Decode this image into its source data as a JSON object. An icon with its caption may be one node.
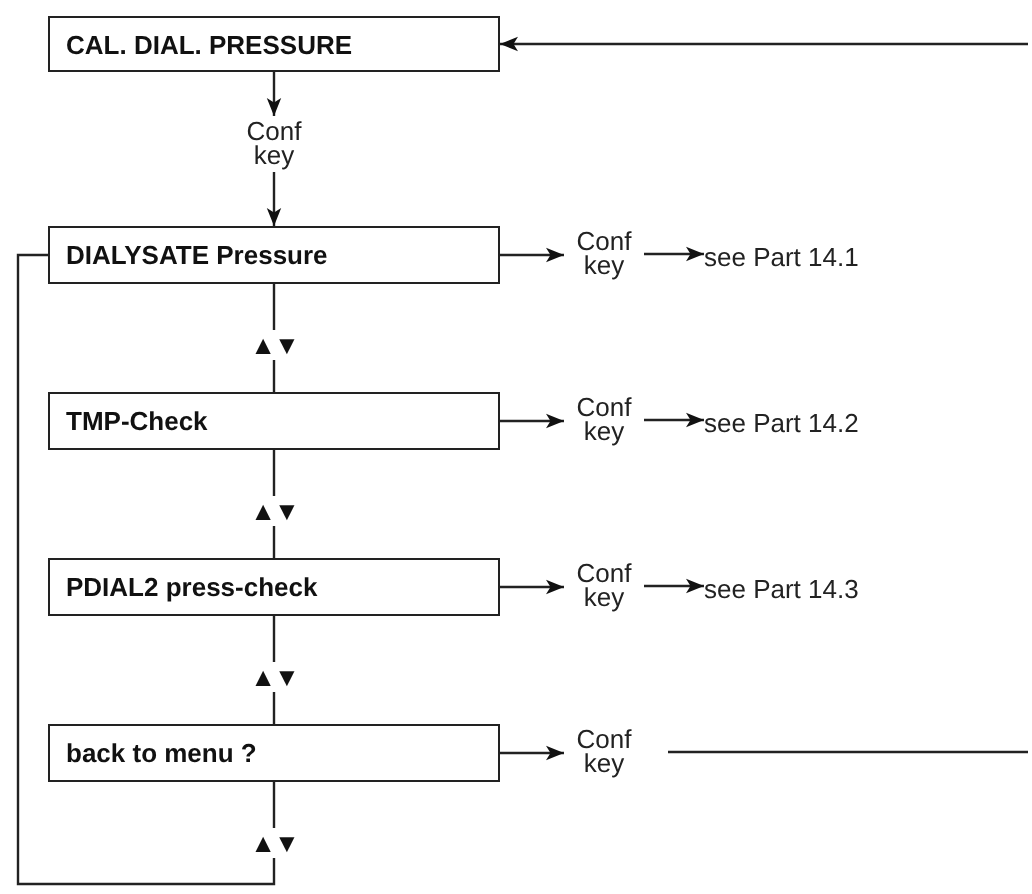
{
  "diagram": {
    "nodes": [
      {
        "text": [
          "CAL. DIAL. PRESSURE"
        ]
      },
      {
        "text": [
          "Conf key"
        ]
      },
      {
        "text": [
          "DIALYSATE Pressure"
        ]
      },
      {
        "text": [
          "Conf key"
        ]
      },
      {
        "text": [
          "see Part 14.1"
        ]
      },
      {
        "text": [
          "▲▼"
        ]
      },
      {
        "text": [
          "TMP-Check"
        ]
      },
      {
        "text": [
          "Conf key"
        ]
      },
      {
        "text": [
          "see Part 14.2"
        ]
      },
      {
        "text": [
          "▲▼"
        ]
      },
      {
        "text": [
          "PDIAL2 press-check"
        ]
      },
      {
        "text": [
          "Conf key"
        ]
      },
      {
        "text": [
          "see Part 14.3"
        ]
      },
      {
        "text": [
          "▲▼"
        ]
      },
      {
        "text": [
          "back to menu ?"
        ]
      },
      {
        "text": [
          "Conf key"
        ]
      },
      {
        "text": [
          "▲▼"
        ]
      }
    ],
    "edges": [
      {
        "from": null,
        "to": 0,
        "arrow": "to"
      },
      {
        "from": 0,
        "to": 1,
        "arrow": "to"
      },
      {
        "from": 1,
        "to": 2,
        "arrow": "to"
      },
      {
        "from": 2,
        "to": 3,
        "arrow": "to"
      },
      {
        "from": 3,
        "to": 4,
        "arrow": "to"
      },
      {
        "from": 2,
        "to": 5,
        "arrow": "none"
      },
      {
        "from": 5,
        "to": 6,
        "arrow": "none"
      },
      {
        "from": 6,
        "to": 7,
        "arrow": "to"
      },
      {
        "from": 7,
        "to": 8,
        "arrow": "to"
      },
      {
        "from": 6,
        "to": 9,
        "arrow": "none"
      },
      {
        "from": 9,
        "to": 10,
        "arrow": "none"
      },
      {
        "from": 10,
        "to": 11,
        "arrow": "to"
      },
      {
        "from": 11,
        "to": 12,
        "arrow": "to"
      },
      {
        "from": 10,
        "to": 13,
        "arrow": "none"
      },
      {
        "from": 13,
        "to": 14,
        "arrow": "none"
      },
      {
        "from": 14,
        "to": 15,
        "arrow": "to"
      },
      {
        "from": 15,
        "to": null,
        "arrow": "none"
      },
      {
        "from": 14,
        "to": 16,
        "arrow": "none"
      },
      {
        "from": 16,
        "to": 2,
        "arrow": "none"
      }
    ]
  }
}
